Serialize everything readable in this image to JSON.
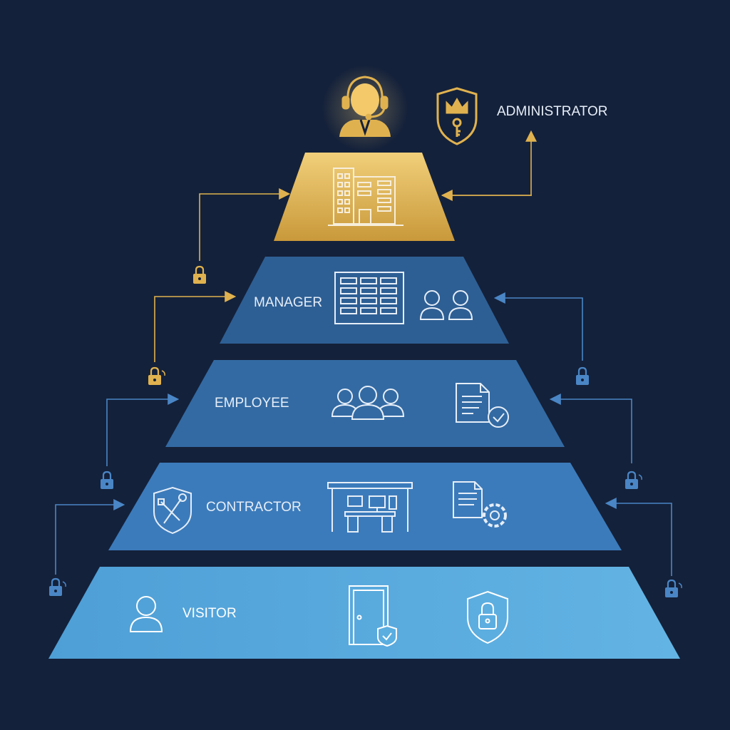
{
  "colors": {
    "background": "#14213a",
    "gold": "#e0b24f",
    "gold_dark": "#c9993a",
    "tier_manager": "#2e5f94",
    "tier_employee": "#336aa3",
    "tier_contractor": "#3c7bbb",
    "tier_visitor": "#5aaee0",
    "line_blue": "#4a86c6",
    "icon_stroke": "#e6eef8"
  },
  "tiers": {
    "administrator": {
      "label": "ADMINISTRATOR",
      "icons": [
        "support-agent-icon",
        "crown-key-shield-icon",
        "office-building-icon"
      ]
    },
    "manager": {
      "label": "MANAGER",
      "icons": [
        "server-grid-icon",
        "two-users-icon"
      ]
    },
    "employee": {
      "label": "EMPLOYEE",
      "icons": [
        "user-group-icon",
        "document-check-icon"
      ]
    },
    "contractor": {
      "label": "CONTRACTOR",
      "icons": [
        "wrench-shield-icon",
        "workstation-icon",
        "document-gear-icon"
      ]
    },
    "visitor": {
      "label": "VISITOR",
      "icons": [
        "user-icon",
        "door-shield-icon",
        "lock-shield-icon"
      ]
    }
  },
  "connectors": {
    "icons": [
      "padlock-icon",
      "padlock-refresh-icon"
    ]
  }
}
